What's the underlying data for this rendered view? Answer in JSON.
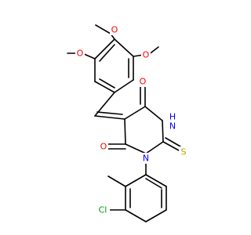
{
  "molecule": {
    "atom_labels": {
      "o_methoxy_top": "O",
      "o_methoxy_left": "O",
      "o_methoxy_right": "O",
      "o_carbonyl_upper": "O",
      "o_carbonyl_lower": "O",
      "nh": "H",
      "n_ring": "N",
      "n_aryl": "N",
      "s_thione": "S",
      "cl": "Cl"
    },
    "colors": {
      "bond": "#000000",
      "oxygen": "#ff0000",
      "nitrogen": "#0000ff",
      "sulfur": "#b8a400",
      "chlorine": "#00a000"
    }
  }
}
